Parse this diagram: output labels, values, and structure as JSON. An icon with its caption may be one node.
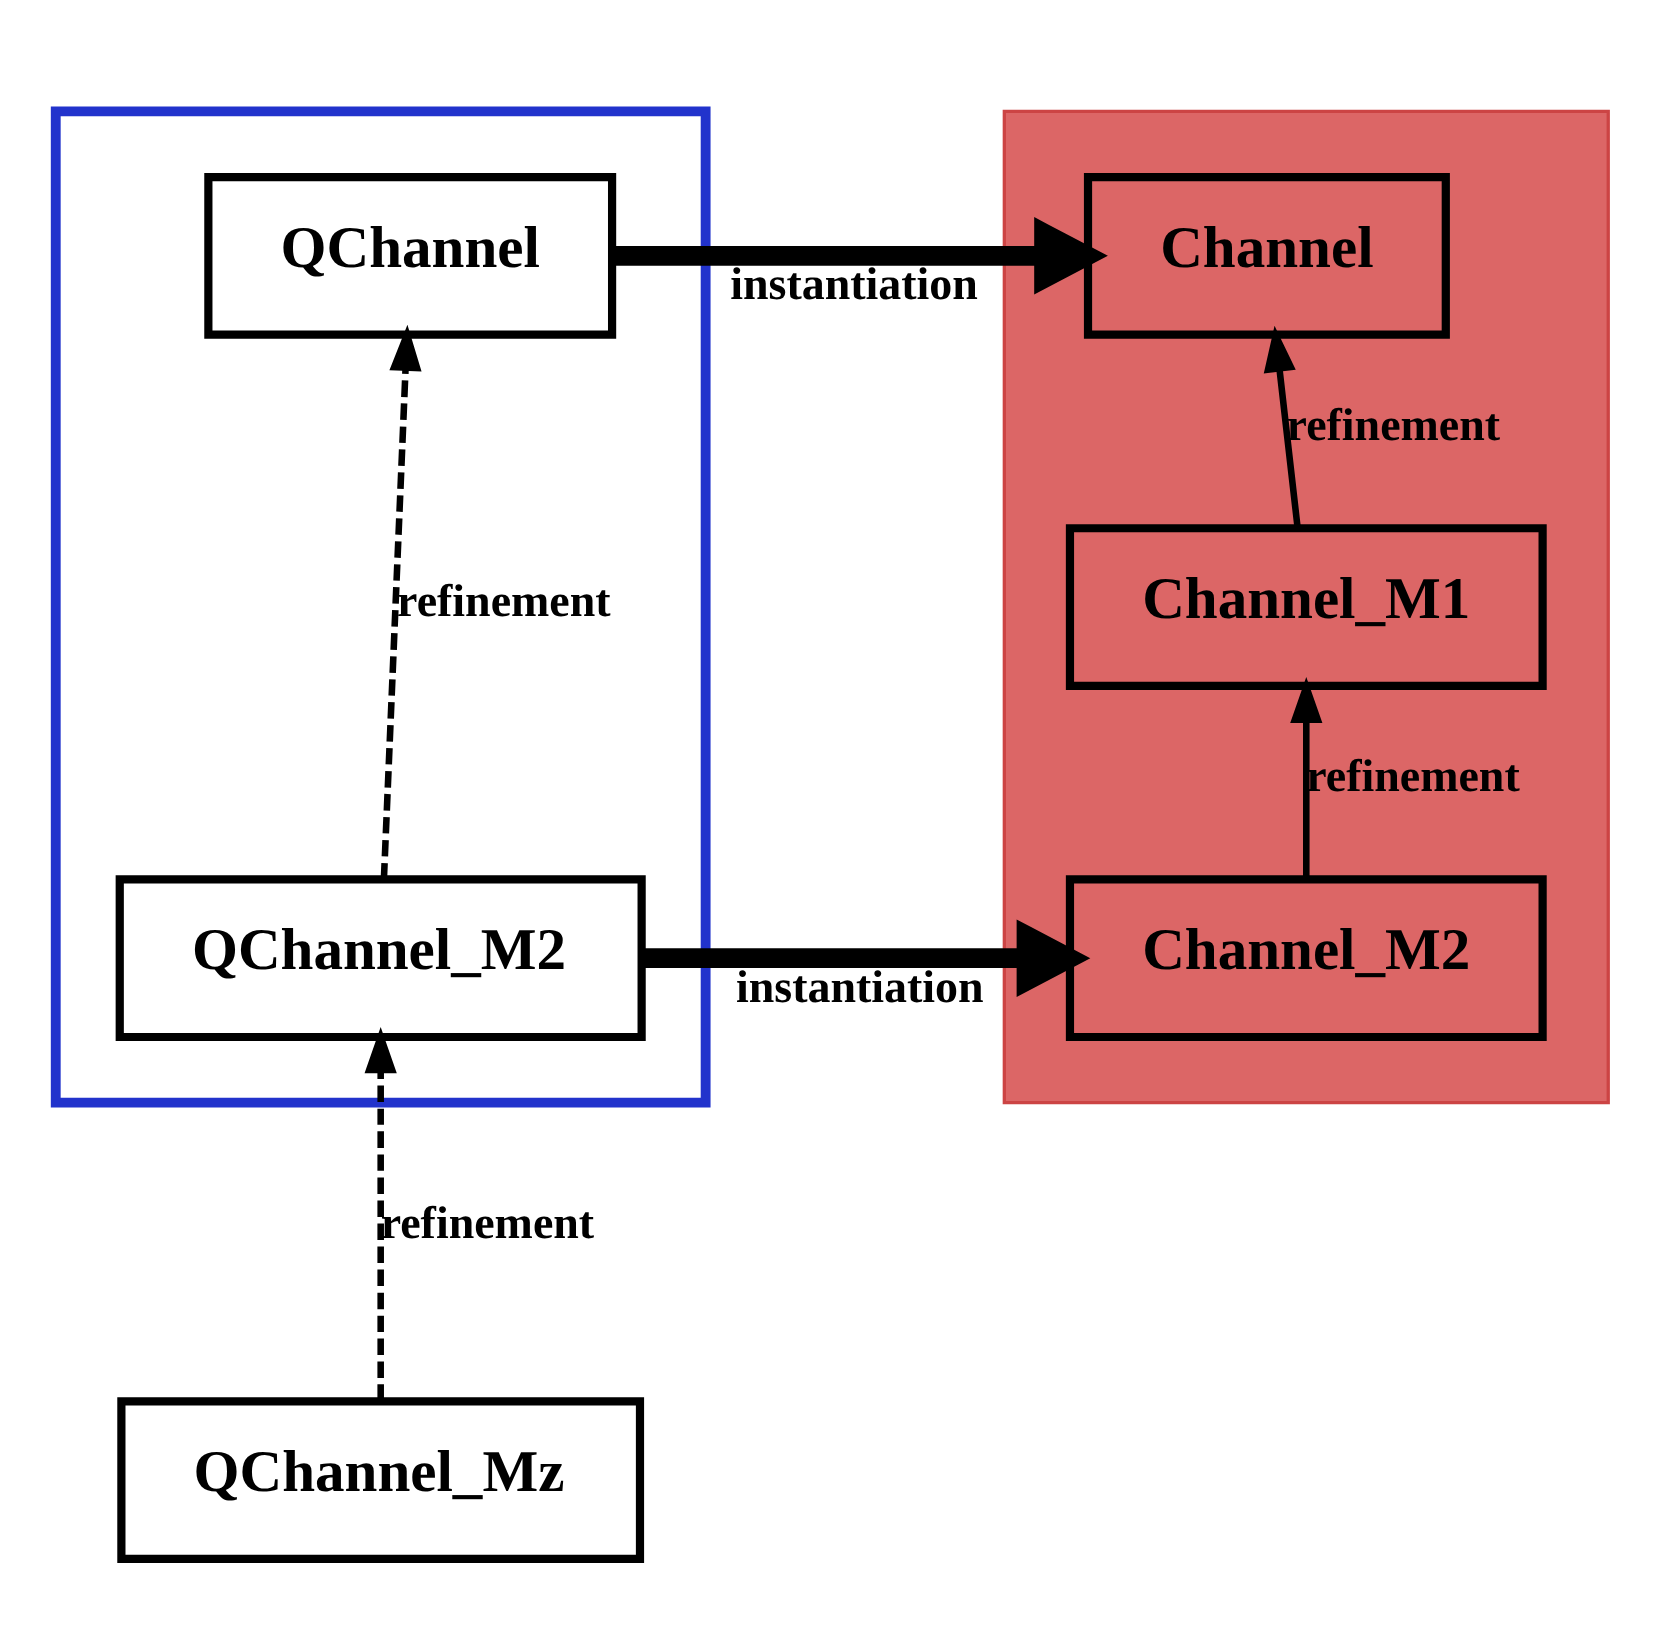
{
  "diagram": {
    "nodes": [
      {
        "text": [],
        "shape": "box"
      },
      {
        "text": [
          "QChannel"
        ],
        "in": 0
      },
      {
        "text": [
          "QChannel_M2"
        ],
        "in": 0
      },
      {
        "text": [],
        "shape": "box"
      },
      {
        "text": [
          "Channel"
        ],
        "in": 3
      },
      {
        "text": [
          "Channel_M1"
        ],
        "in": 3
      },
      {
        "text": [
          "Channel_M2"
        ],
        "in": 3
      },
      {
        "text": [
          "QChannel_Mz"
        ]
      }
    ],
    "edges": [
      {
        "from": 1,
        "to": 4,
        "arrow": "to",
        "label": "instantiation",
        "style": "thick"
      },
      {
        "from": 2,
        "to": 1,
        "arrow": "to",
        "label": "refinement",
        "style": "dashed"
      },
      {
        "from": 5,
        "to": 4,
        "arrow": "to",
        "label": "refinement"
      },
      {
        "from": 2,
        "to": 6,
        "arrow": "to",
        "label": "instantiation",
        "style": "thick"
      },
      {
        "from": 6,
        "to": 5,
        "arrow": "to",
        "label": "refinement"
      },
      {
        "from": 7,
        "to": 2,
        "arrow": "to",
        "label": "refinement",
        "style": "dashed"
      }
    ]
  }
}
